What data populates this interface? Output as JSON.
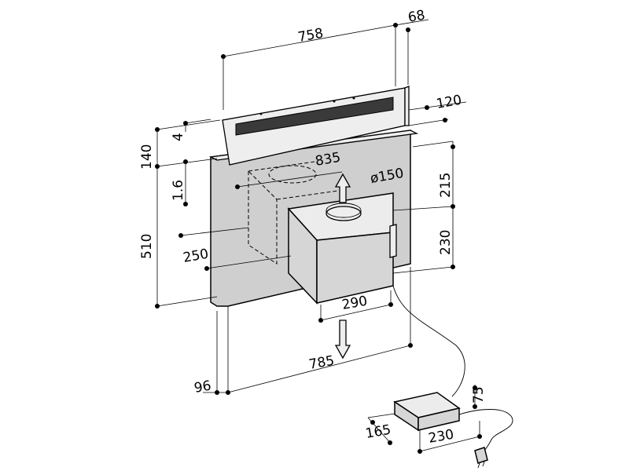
{
  "dimensions": {
    "width_total": "758",
    "depth_top": "68",
    "depth_frame": "120",
    "height_lift": "140",
    "thickness_4": "4",
    "thickness_1_6": "1.6",
    "width_outer": "835",
    "duct_diameter": "ø150",
    "height_upper": "215",
    "height_motor": "230",
    "height_panel": "510",
    "offset_250": "250",
    "motor_width": "290",
    "width_bottom": "785",
    "offset_96": "96",
    "ctrl_height": "75",
    "ctrl_depth": "165",
    "ctrl_width": "230"
  }
}
